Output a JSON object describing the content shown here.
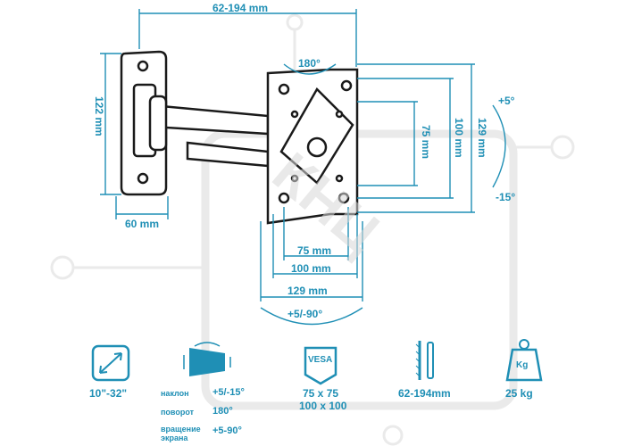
{
  "dimensions": {
    "extension_range": "62-194 mm",
    "wall_plate_height": "122 mm",
    "wall_plate_width": "60 mm",
    "swivel": "180°",
    "tilt_up": "+5°",
    "tilt_down": "-15°",
    "vesa_75_v": "75 mm",
    "vesa_100_v": "100 mm",
    "vesa_129_v": "129 mm",
    "vesa_75_h": "75 mm",
    "vesa_100_h": "100 mm",
    "vesa_129_h": "129 mm",
    "rotation": "+5/-90°"
  },
  "watermark": "КНЦ",
  "specs": {
    "screen_size": "10\"-32\"",
    "tilt_label": "наклон",
    "tilt_value": "+5/-15°",
    "swivel_label": "поворот",
    "swivel_value": "180°",
    "rotation_label_1": "вращение",
    "rotation_label_2": "экрана",
    "rotation_value": "+5-90°",
    "vesa_badge": "VESA",
    "vesa_line_1": "75 x 75",
    "vesa_line_2": "100 x 100",
    "extension": "62-194mm",
    "load_badge": "Kg",
    "load": "25 kg"
  },
  "colors": {
    "accent": "#1f8fb5",
    "line_art": "#1a1a1a",
    "watermark": "#d8d8d8"
  }
}
